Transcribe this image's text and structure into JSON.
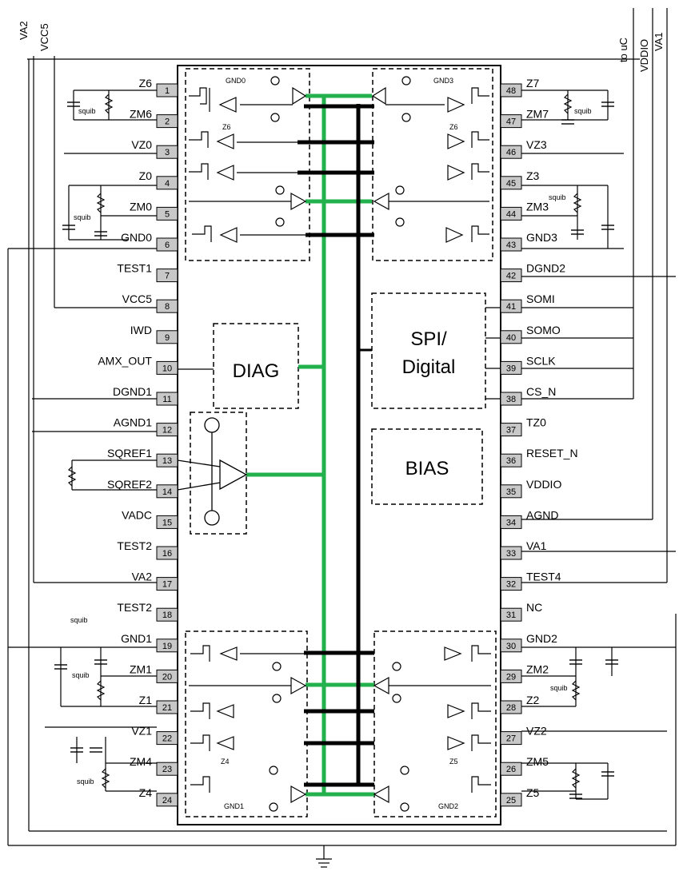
{
  "rails": {
    "va2": "VA2",
    "vcc5": "VCC5",
    "to_uc": "to uC",
    "vddio": "VDDIO",
    "va1": "VA1"
  },
  "blocks": {
    "diag": "DIAG",
    "spi_line1": "SPI/",
    "spi_line2": "Digital",
    "bias": "BIAS"
  },
  "inner_labels": {
    "gnd0": "GND0",
    "gnd3": "GND3",
    "z6_a": "Z6",
    "z6_b": "Z6",
    "z4": "Z4",
    "z5": "Z5",
    "gnd1": "GND1",
    "gnd2": "GND2"
  },
  "squib_labels": [
    "squib",
    "squib",
    "squib",
    "squib",
    "squib",
    "squib",
    "squib",
    "squib"
  ],
  "pins_left": [
    {
      "num": "1",
      "name": "Z6"
    },
    {
      "num": "2",
      "name": "ZM6"
    },
    {
      "num": "3",
      "name": "VZ0"
    },
    {
      "num": "4",
      "name": "Z0"
    },
    {
      "num": "5",
      "name": "ZM0"
    },
    {
      "num": "6",
      "name": "GND0"
    },
    {
      "num": "7",
      "name": "TEST1"
    },
    {
      "num": "8",
      "name": "VCC5"
    },
    {
      "num": "9",
      "name": "IWD"
    },
    {
      "num": "10",
      "name": "AMX_OUT"
    },
    {
      "num": "11",
      "name": "DGND1"
    },
    {
      "num": "12",
      "name": "AGND1"
    },
    {
      "num": "13",
      "name": "SQREF1"
    },
    {
      "num": "14",
      "name": "SQREF2"
    },
    {
      "num": "15",
      "name": "VADC"
    },
    {
      "num": "16",
      "name": "TEST2"
    },
    {
      "num": "17",
      "name": "VA2"
    },
    {
      "num": "18",
      "name": "TEST2"
    },
    {
      "num": "19",
      "name": "GND1"
    },
    {
      "num": "20",
      "name": "ZM1"
    },
    {
      "num": "21",
      "name": "Z1"
    },
    {
      "num": "22",
      "name": "VZ1"
    },
    {
      "num": "23",
      "name": "ZM4"
    },
    {
      "num": "24",
      "name": "Z4"
    }
  ],
  "pins_right": [
    {
      "num": "48",
      "name": "Z7"
    },
    {
      "num": "47",
      "name": "ZM7"
    },
    {
      "num": "46",
      "name": "VZ3"
    },
    {
      "num": "45",
      "name": "Z3"
    },
    {
      "num": "44",
      "name": "ZM3"
    },
    {
      "num": "43",
      "name": "GND3"
    },
    {
      "num": "42",
      "name": "DGND2"
    },
    {
      "num": "41",
      "name": "SOMI"
    },
    {
      "num": "40",
      "name": "SOMO"
    },
    {
      "num": "39",
      "name": "SCLK"
    },
    {
      "num": "38",
      "name": "CS_N"
    },
    {
      "num": "37",
      "name": "TZ0"
    },
    {
      "num": "36",
      "name": "RESET_N"
    },
    {
      "num": "35",
      "name": "VDDIO"
    },
    {
      "num": "34",
      "name": "AGND"
    },
    {
      "num": "33",
      "name": "VA1"
    },
    {
      "num": "32",
      "name": "TEST4"
    },
    {
      "num": "31",
      "name": "NC"
    },
    {
      "num": "30",
      "name": "GND2"
    },
    {
      "num": "29",
      "name": "ZM2"
    },
    {
      "num": "28",
      "name": "Z2"
    },
    {
      "num": "27",
      "name": "VZ2"
    },
    {
      "num": "26",
      "name": "ZM5"
    },
    {
      "num": "25",
      "name": "Z5"
    }
  ],
  "colors": {
    "bus_green": "#22b14c",
    "bus_black": "#000000",
    "pin_fill": "#c8c8c8"
  }
}
